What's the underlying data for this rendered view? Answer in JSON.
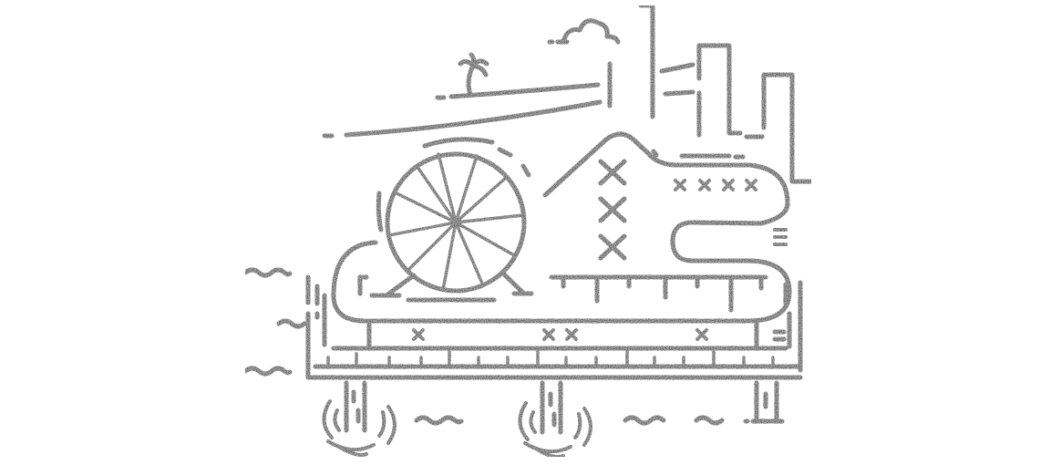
{
  "illustration": {
    "subject": "pier-amusement-park",
    "style": "monoline",
    "colors": {
      "stroke": "#3a3a3a",
      "background": "#ffffff"
    },
    "elements": {
      "ferris_wheel_spokes": 12,
      "wave_groups": 7,
      "pier_pilings": 3,
      "buildings": 3
    }
  }
}
